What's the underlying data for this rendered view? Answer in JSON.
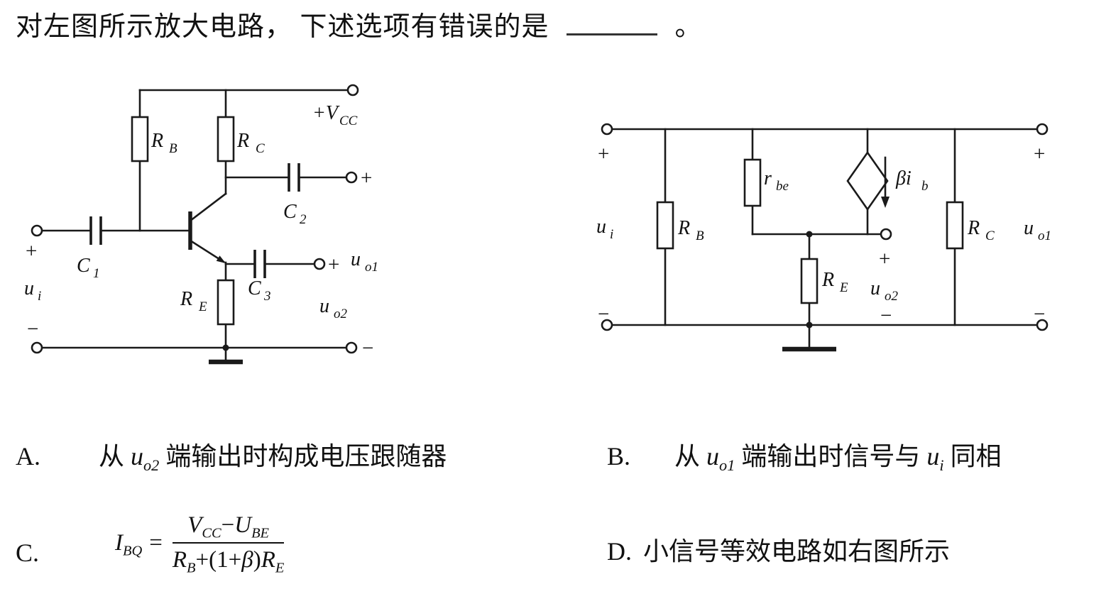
{
  "question": {
    "text": "对左图所示放大电路， 下述选项有错误的是",
    "period": "。"
  },
  "left_circuit": {
    "vcc": {
      "m": "+V",
      "s": "CC"
    },
    "rb": {
      "m": "R",
      "s": "B"
    },
    "rc": {
      "m": "R",
      "s": "C"
    },
    "re": {
      "m": "R",
      "s": "E"
    },
    "c1": {
      "m": "C",
      "s": "1"
    },
    "c2": {
      "m": "C",
      "s": "2"
    },
    "c3": {
      "m": "C",
      "s": "3"
    },
    "ui": {
      "m": "u",
      "s": "i"
    },
    "uo1": {
      "m": "u",
      "s": "o1"
    },
    "uo2": {
      "m": "u",
      "s": "o2"
    },
    "plus": "+",
    "minus": "−"
  },
  "right_circuit": {
    "ui": {
      "m": "u",
      "s": "i"
    },
    "rb": {
      "m": "R",
      "s": "B"
    },
    "rbe": {
      "m": "r",
      "s": "be"
    },
    "beta_ib": {
      "m": "βi",
      "s": "b"
    },
    "re": {
      "m": "R",
      "s": "E"
    },
    "rc": {
      "m": "R",
      "s": "C"
    },
    "uo1": {
      "m": "u",
      "s": "o1"
    },
    "uo2": {
      "m": "u",
      "s": "o2"
    },
    "plus": "+",
    "minus": "−"
  },
  "options": {
    "a": {
      "label": "A.",
      "pre": "从 ",
      "math": {
        "m": "u",
        "s": "o2"
      },
      "post": " 端输出时构成电压跟随器"
    },
    "b": {
      "label": "B.",
      "pre": "从 ",
      "math1": {
        "m": "u",
        "s": "o1"
      },
      "mid": " 端输出时信号与 ",
      "math2": {
        "m": "u",
        "s": "i"
      },
      "post": " 同相"
    },
    "c": {
      "label": "C.",
      "formula": {
        "lhs": {
          "m": "I",
          "s": "BQ"
        },
        "eq": "=",
        "num": {
          "t1": {
            "m": "V",
            "s": "CC"
          },
          "op": "−",
          "t2": {
            "m": "U",
            "s": "BE"
          }
        },
        "den": {
          "t1": {
            "m": "R",
            "s": "B"
          },
          "mid": "+(1+",
          "beta": "β",
          "close": ")",
          "t2": {
            "m": "R",
            "s": "E"
          }
        }
      }
    },
    "d": {
      "label": "D.",
      "text": "小信号等效电路如右图所示"
    }
  }
}
